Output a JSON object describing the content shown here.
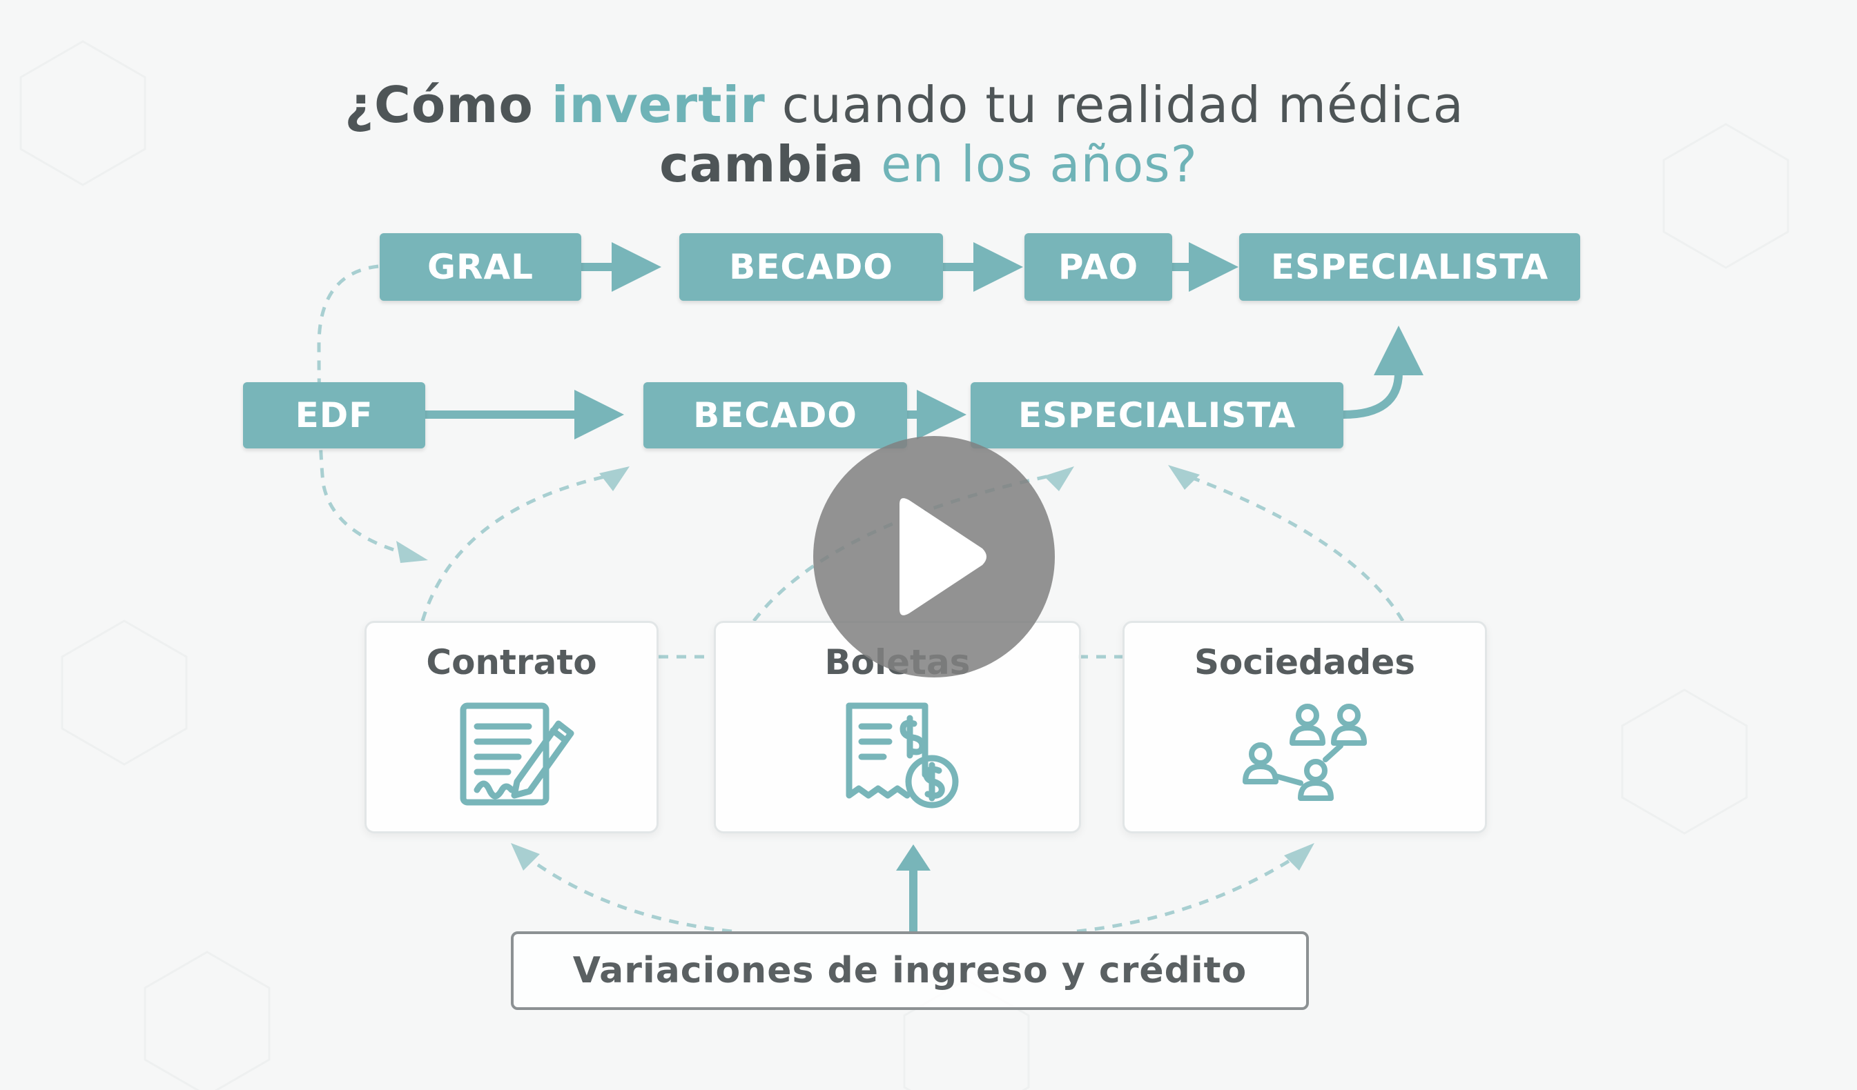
{
  "title": {
    "part1": "¿Cómo ",
    "part2": "invertir",
    "part3": " cuando tu realidad médica",
    "part4": "cambia",
    "part5": " en los años?"
  },
  "top_row": [
    "GRAL",
    "BECADO",
    "PAO",
    "ESPECIALISTA"
  ],
  "middle_row": [
    "EDF",
    "BECADO",
    "ESPECIALISTA"
  ],
  "cards": [
    {
      "title": "Contrato",
      "icon": "contract-icon"
    },
    {
      "title": "Boletas",
      "icon": "receipt-dollar-icon"
    },
    {
      "title": "Sociedades",
      "icon": "people-network-icon"
    }
  ],
  "bottom_label": "Variaciones de ingreso y crédito",
  "play_button": {
    "icon": "play-icon"
  },
  "colors": {
    "accent": "#78b5b9",
    "title_text": "#4e5557",
    "title_accent": "#6fb3b7",
    "card_text": "#565c5e",
    "play_overlay": "#808080"
  }
}
